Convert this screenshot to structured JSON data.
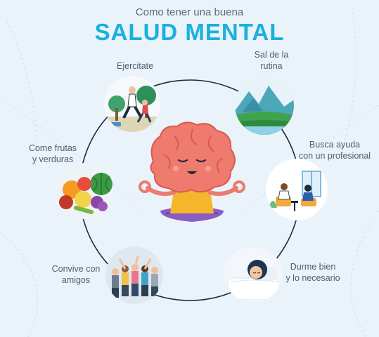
{
  "header": {
    "subtitle": "Como tener una buena",
    "title": "SALUD MENTAL"
  },
  "nodes": [
    {
      "id": "ejercitate",
      "label_lines": [
        "Ejercitate"
      ],
      "icon": "running-people-icon"
    },
    {
      "id": "sal-rutina",
      "label_lines": [
        "Sal de la",
        "rutina"
      ],
      "icon": "mountain-landscape-icon"
    },
    {
      "id": "busca-ayuda",
      "label_lines": [
        "Busca ayuda",
        "con un profesional"
      ],
      "icon": "therapy-session-icon"
    },
    {
      "id": "durme-bien",
      "label_lines": [
        "Durme bien",
        "y lo necesario"
      ],
      "icon": "sleeping-person-icon"
    },
    {
      "id": "convive",
      "label_lines": [
        "Convive con",
        "amigos"
      ],
      "icon": "friends-group-icon"
    },
    {
      "id": "frutas",
      "label_lines": [
        "Come frutas",
        "y verduras"
      ],
      "icon": "fruits-vegetables-icon"
    }
  ],
  "center": {
    "icon": "meditating-brain-icon"
  },
  "colors": {
    "background": "#eaf2fa",
    "accent": "#1ab0df",
    "text": "#4f5f70",
    "brain": "#ef7a6e"
  }
}
